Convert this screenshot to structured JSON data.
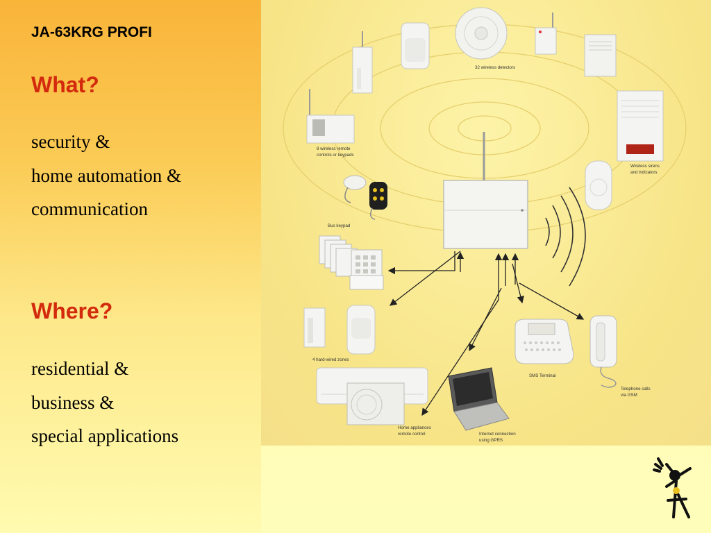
{
  "slide": {
    "title": "JA-63KRG PROFI",
    "what_heading": "What?",
    "what_items": [
      "security &",
      "home automation &",
      "communication"
    ],
    "where_heading": "Where?",
    "where_items": [
      "residential &",
      "business &",
      "special applications"
    ]
  },
  "diagram": {
    "labels": {
      "wireless_detectors": "32 wireless detectors",
      "remote_controls_1": "8 wireless remote",
      "remote_controls_2": "controls or keypads",
      "sirens_1": "Wireless sirens",
      "sirens_2": "and indicators",
      "bus_keypad": "Bus keypad",
      "hardwired_zones": "4 hard-wired zones",
      "sms_terminal": "SMS Terminal",
      "phone_1": "Telephone calls",
      "phone_2": "via GSM",
      "appliances_1": "Home appliances",
      "appliances_2": "remote control",
      "internet_1": "Internet connection",
      "internet_2": "using GPRS"
    }
  },
  "colors": {
    "heading_red": "#D32A0E",
    "left_gradient_top": "#F9B43A",
    "background_yellow": "#FFFBB0"
  },
  "icons": [
    "control-unit-icon",
    "smoke-detector-icon",
    "pir-detector-icon",
    "siren-icon",
    "keypad-icon",
    "laptop-icon",
    "telephone-icon",
    "air-conditioner-icon",
    "key-fob-icon",
    "mascot-logo"
  ]
}
